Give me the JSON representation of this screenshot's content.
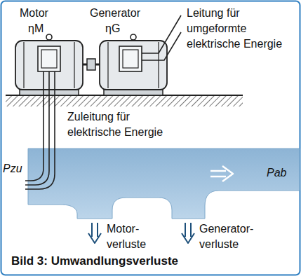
{
  "diagram": {
    "caption": "Bild 3: Umwandlungsverluste",
    "labels": [
      "Motor",
      "ηM",
      "Generator",
      "ηG",
      "Leitung für umgeformte elektrische Energie",
      "Zuleitung für elektrische Energie",
      "Pzu",
      "Pab",
      "Motor- verluste",
      "Generator- verluste"
    ]
  }
}
